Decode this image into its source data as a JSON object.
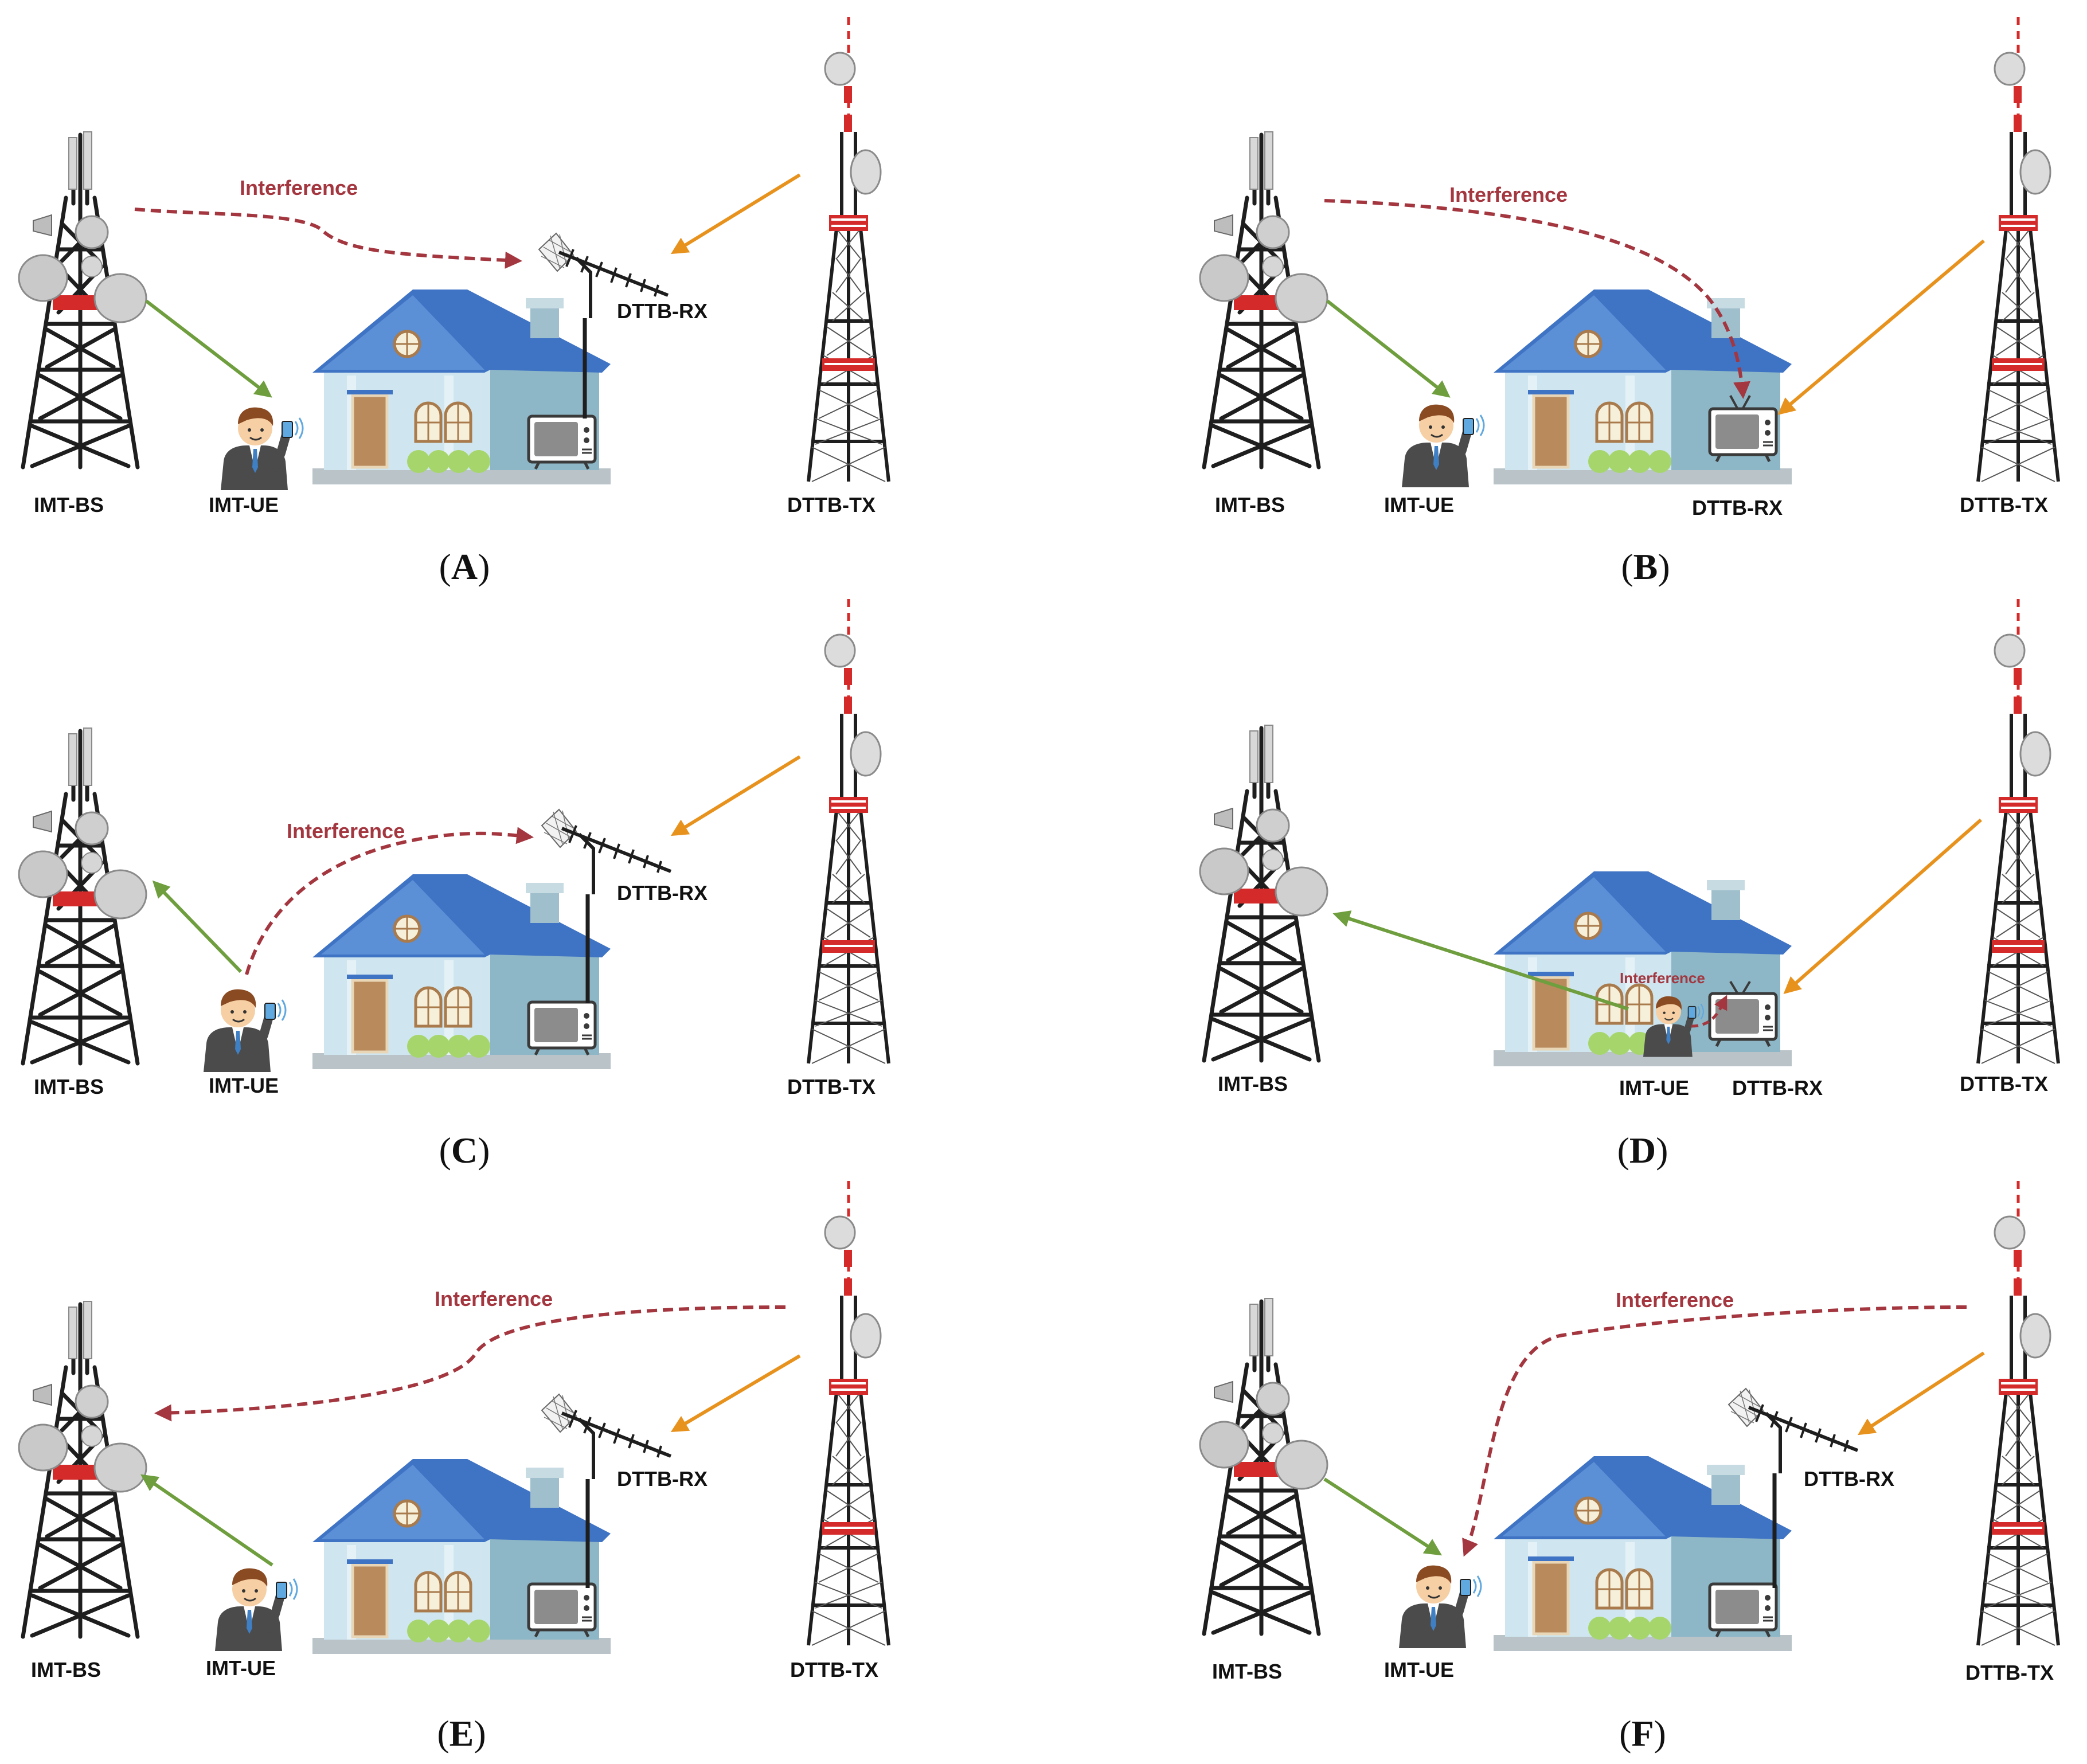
{
  "labels": {
    "bs": "IMT-BS",
    "ue": "IMT-UE",
    "rx": "DTTB-RX",
    "tx": "DTTB-TX",
    "interference": "Interference"
  },
  "panels": [
    {
      "id": "A",
      "caption_letter": "A",
      "scenario": "bs-to-antenna"
    },
    {
      "id": "B",
      "caption_letter": "B",
      "scenario": "bs-to-tv"
    },
    {
      "id": "C",
      "caption_letter": "C",
      "scenario": "ue-to-antenna"
    },
    {
      "id": "D",
      "caption_letter": "D",
      "scenario": "ue-indoor-to-tv"
    },
    {
      "id": "E",
      "caption_letter": "E",
      "scenario": "tx-to-bs"
    },
    {
      "id": "F",
      "caption_letter": "F",
      "scenario": "tx-to-ue"
    }
  ],
  "colors": {
    "interference": "#a3363f",
    "uplink_downlink": "#6f9e3e",
    "broadcast": "#e8921e",
    "roof": "#3f73c4",
    "wall": "#c9e3ee",
    "tower": "#1e1e1e",
    "tower_red": "#d42a2a"
  }
}
